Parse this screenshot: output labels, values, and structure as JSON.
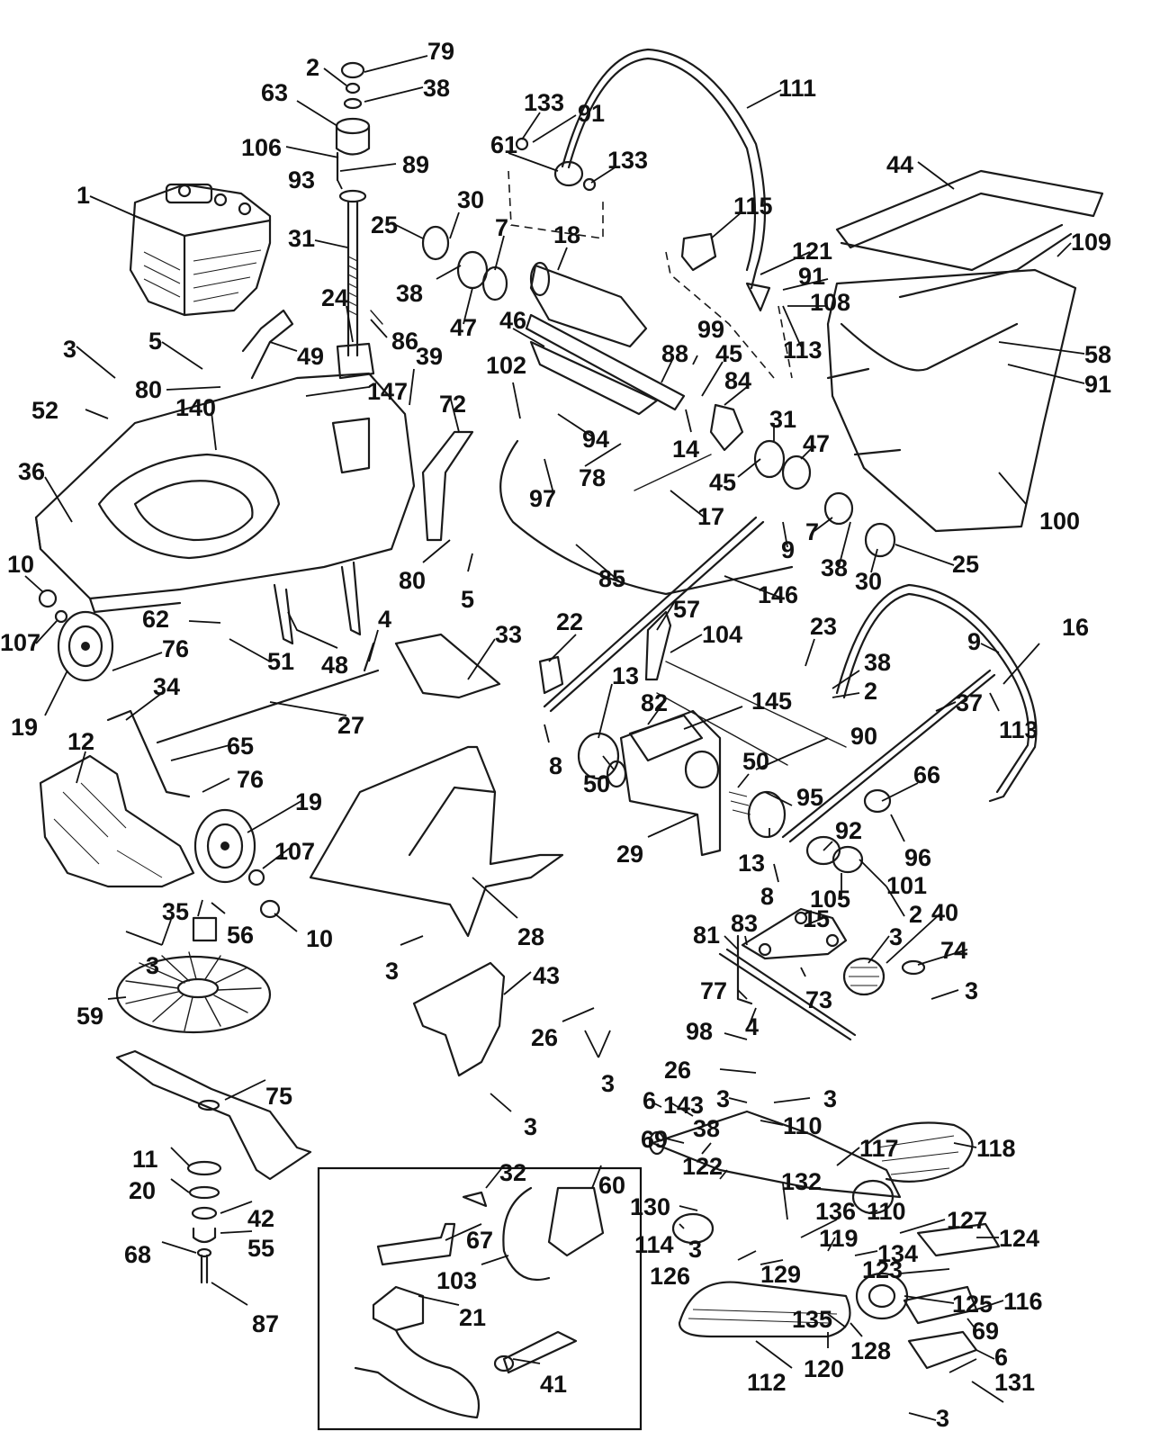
{
  "labels": [
    "79",
    "2",
    "38",
    "63",
    "106",
    "89",
    "93",
    "1",
    "31",
    "25",
    "30",
    "7",
    "38",
    "47",
    "24",
    "86",
    "3",
    "5",
    "49",
    "80",
    "140",
    "147",
    "52",
    "36",
    "39",
    "72",
    "10",
    "107",
    "19",
    "62",
    "51",
    "48",
    "80",
    "5",
    "4",
    "76",
    "34",
    "27",
    "12",
    "65",
    "76",
    "19",
    "107",
    "10",
    "35",
    "56",
    "3",
    "59",
    "3",
    "28",
    "43",
    "33",
    "75",
    "26",
    "3",
    "3",
    "11",
    "20",
    "42",
    "55",
    "68",
    "87",
    "32",
    "60",
    "67",
    "103",
    "21",
    "41",
    "133",
    "91",
    "61",
    "133",
    "18",
    "46",
    "102",
    "88",
    "45",
    "84",
    "14",
    "99",
    "94",
    "78",
    "97",
    "45",
    "17",
    "31",
    "47",
    "7",
    "85",
    "9",
    "146",
    "38",
    "30",
    "25",
    "111",
    "44",
    "109",
    "115",
    "121",
    "91",
    "108",
    "113",
    "58",
    "91",
    "100",
    "57",
    "104",
    "22",
    "23",
    "38",
    "2",
    "9",
    "16",
    "13",
    "82",
    "145",
    "37",
    "113",
    "8",
    "50",
    "50",
    "90",
    "95",
    "66",
    "29",
    "13",
    "92",
    "96",
    "8",
    "101",
    "105",
    "2",
    "15",
    "40",
    "74",
    "3",
    "3",
    "83",
    "81",
    "77",
    "73",
    "4",
    "98",
    "26",
    "6",
    "143",
    "3",
    "3",
    "110",
    "117",
    "118",
    "69",
    "38",
    "122",
    "130",
    "132",
    "136",
    "110",
    "127",
    "124",
    "114",
    "3",
    "119",
    "134",
    "126",
    "129",
    "123",
    "125",
    "116",
    "135",
    "69",
    "120",
    "128",
    "6",
    "112",
    "131",
    "3"
  ]
}
